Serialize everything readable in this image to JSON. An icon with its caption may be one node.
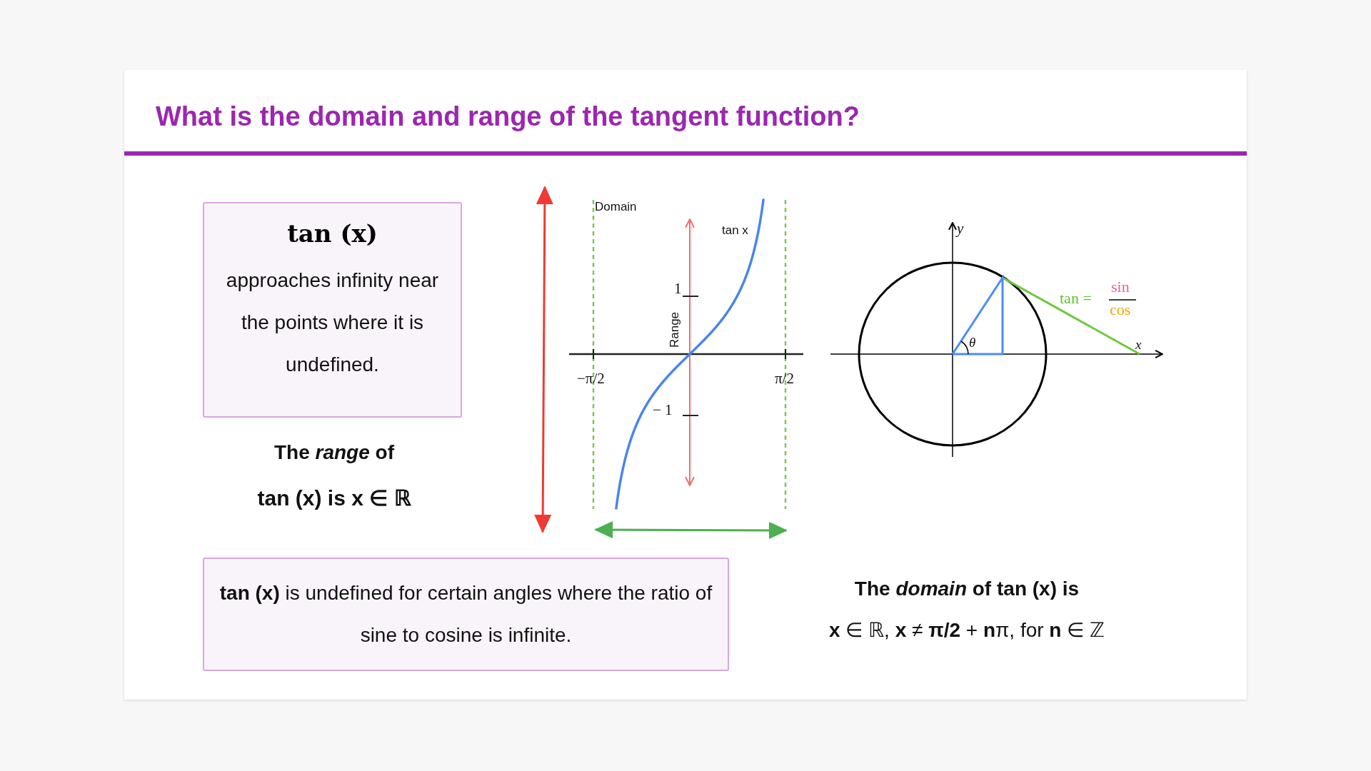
{
  "diagram": {
    "title": "What is the domain and range of the tangent function?",
    "nodes": [
      {
        "text": [
          "tan (x)",
          "approaches infinity near the points where it is undefined."
        ]
      },
      {
        "text": [
          "**tan (x)** is undefined for certain angles where the ratio of sine to cosine is infinite."
        ]
      }
    ],
    "labels": [
      "Domain",
      "tan x",
      "1",
      "Range",
      "y",
      "tan =",
      "sin",
      "cos",
      "θ",
      "x",
      "−π/2",
      "π/2",
      "− 1",
      "The *range* of",
      "**tan (x)** is **x** ∈ ℝ",
      "The *domain* of **tan (x)** is",
      "**x** ∈ ℝ, **x** ≠ **π/2** + **n**π, for **n** ∈ ℤ"
    ]
  }
}
